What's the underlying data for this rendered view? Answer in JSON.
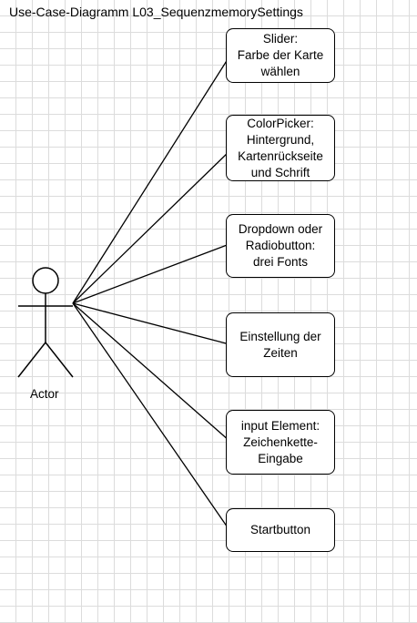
{
  "title": "Use-Case-Diagramm L03_SequenzmemorySettings",
  "actor": {
    "label": "Actor"
  },
  "use_cases": [
    {
      "label": "Slider:\nFarbe der Karte\nwählen"
    },
    {
      "label": "ColorPicker:\nHintergrund,\nKartenrückseite\nund Schrift"
    },
    {
      "label": "Dropdown oder\nRadiobutton:\ndrei Fonts"
    },
    {
      "label": "Einstellung der\nZeiten"
    },
    {
      "label": "input Element:\nZeichenkette-\nEingabe"
    },
    {
      "label": "Startbutton"
    }
  ],
  "colors": {
    "grid": "#dcdcdc",
    "stroke": "#000000",
    "background": "#ffffff"
  }
}
